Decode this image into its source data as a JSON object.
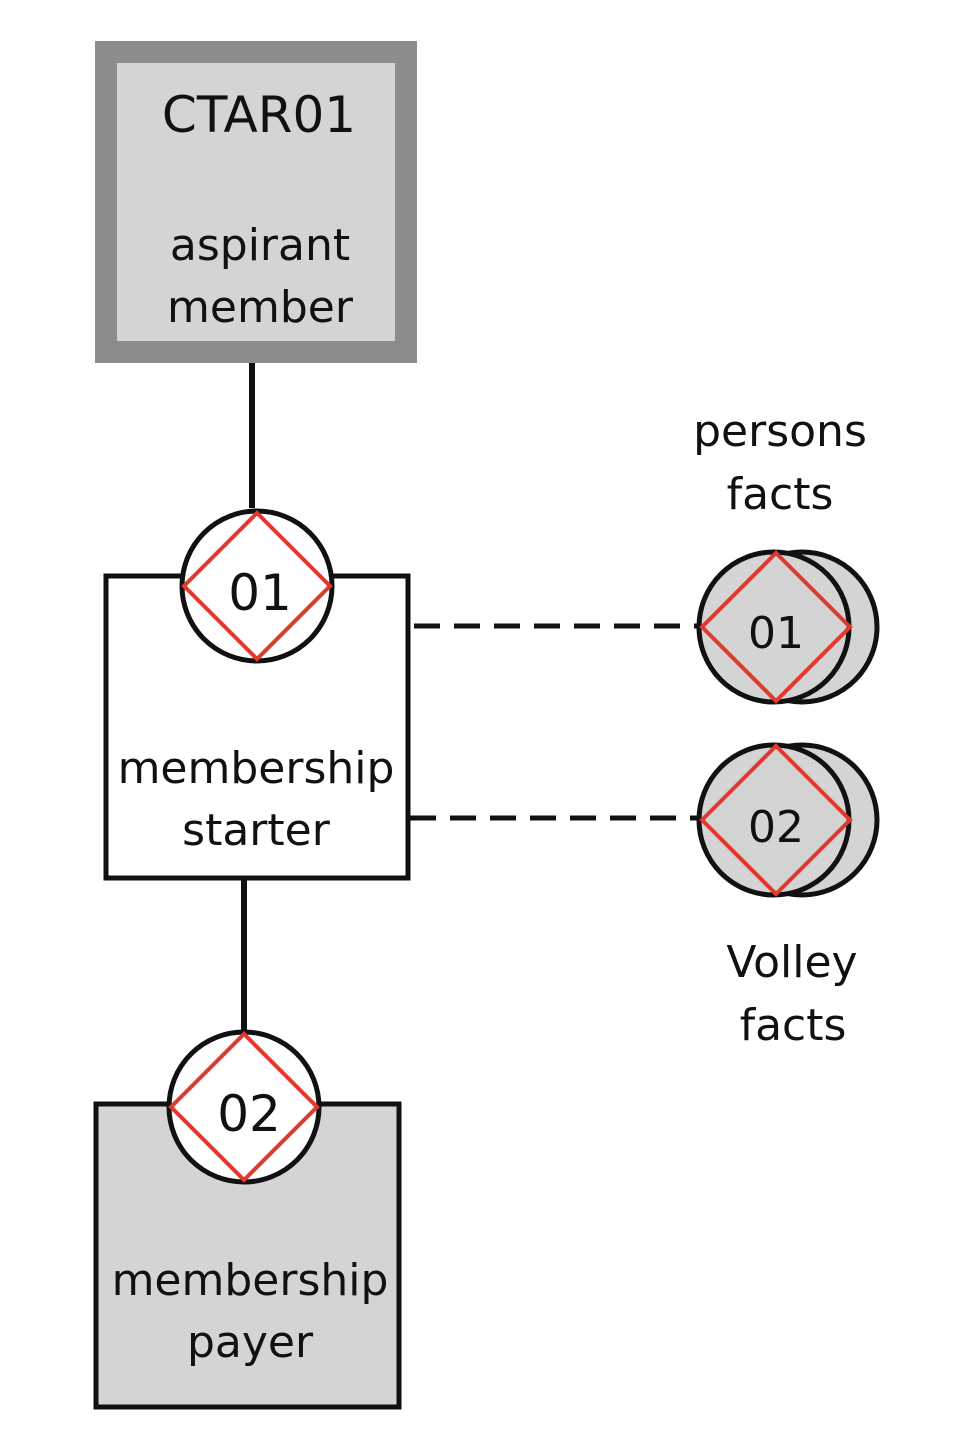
{
  "actor": {
    "code": "CTAR01",
    "name_line1": "aspirant",
    "name_line2": "member"
  },
  "role_starter": {
    "name_line1": "membership",
    "name_line2": "starter",
    "badge": "01"
  },
  "role_payer": {
    "name_line1": "membership",
    "name_line2": "payer",
    "badge": "02"
  },
  "fact_persons": {
    "badge": "01",
    "label_line1": "persons",
    "label_line2": "facts"
  },
  "fact_volley": {
    "badge": "02",
    "label_line1": "Volley",
    "label_line2": "facts"
  },
  "colors": {
    "diamond": "#e03a2f",
    "actor_border": "#8c8c8c",
    "actor_fill": "#d4d4d4",
    "payer_fill": "#d4d4d4",
    "fact_fill": "#d4d4d4",
    "stroke": "#111111"
  }
}
